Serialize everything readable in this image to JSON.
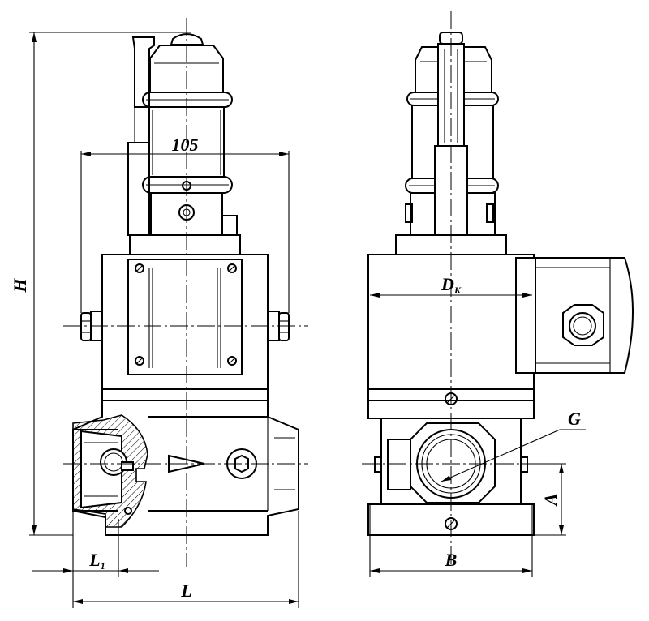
{
  "labels": {
    "height": "H",
    "width_top": "105",
    "coil_diameter": "D",
    "coil_diameter_sub": "K",
    "thread": "G",
    "axis_height": "A",
    "length": "L",
    "length_1": "L",
    "length_1_sub": "1",
    "body_width": "B"
  }
}
